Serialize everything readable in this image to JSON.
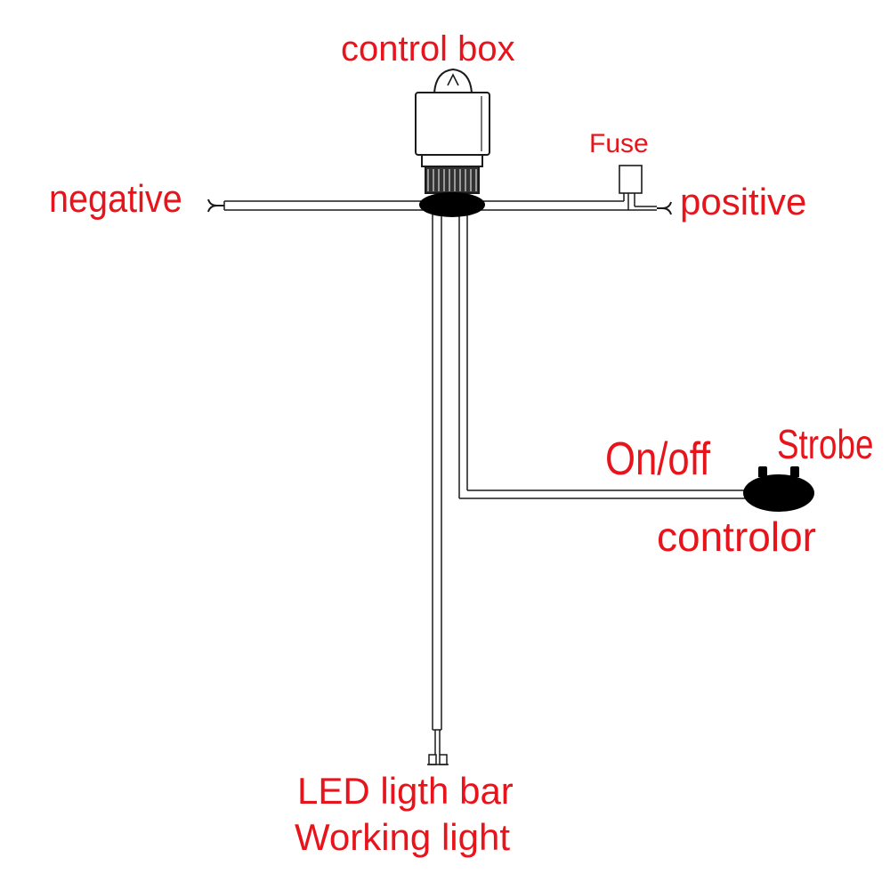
{
  "diagram": {
    "labels": {
      "control_box": "control box",
      "fuse": "Fuse",
      "negative": "negative",
      "positive": "positive",
      "on_off": "On/off",
      "strobe": "Strobe",
      "controlor": "controlor",
      "led_bar": "LED ligth bar",
      "working_light": "Working light"
    },
    "colors": {
      "label": "#e8141c",
      "wire": "#1a1a1a",
      "blob": "#000000",
      "background": "#ffffff"
    },
    "icons": [
      "control-box-icon",
      "fuse-icon",
      "fork-terminal-icon",
      "plug-connector-icon",
      "switch-controller-icon"
    ]
  }
}
